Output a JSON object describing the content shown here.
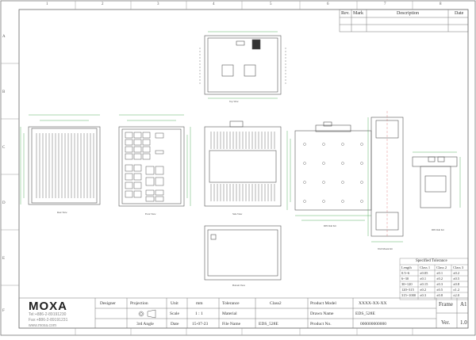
{
  "grid": {
    "columns": [
      "1",
      "2",
      "3",
      "4",
      "5",
      "6",
      "7",
      "8"
    ],
    "rows": [
      "A",
      "B",
      "C",
      "D",
      "E",
      "F"
    ]
  },
  "revision_table": {
    "headers": [
      "Rev.",
      "Mark",
      "Description",
      "Date"
    ]
  },
  "views": {
    "top_view": "Top View",
    "rear_view": "Rear View",
    "front_view": "Front View",
    "side_view": "Side View",
    "din_rail": "DIN Rail Kit",
    "wall_mount": "Wall Mount Kit",
    "bottom_view": "Bottom View"
  },
  "spec_table": {
    "title": "Specified Tolerance",
    "headers": [
      "Length",
      "Class 1",
      "Class 2",
      "Class 3"
    ],
    "rows": [
      [
        "0.5~6",
        "±0.05",
        "±0.1",
        "±0.2"
      ],
      [
        "6~30",
        "±0.1",
        "±0.2",
        "±0.5"
      ],
      [
        "30~120",
        "±0.15",
        "±0.3",
        "±0.8"
      ],
      [
        "120~315",
        "±0.2",
        "±0.5",
        "±1.2"
      ],
      [
        "315~1000",
        "±0.3",
        "±0.8",
        "±2.0"
      ]
    ]
  },
  "title_block": {
    "logo": "MOXA",
    "tel": "Tel:+886-2-89191230",
    "fax": "Fax:+886-2-89191231",
    "web": "www.moxa.com",
    "designer_label": "Designer",
    "projection_label": "Projection",
    "projection_value": "3rd Angle",
    "unit_label": "Unit",
    "unit_value": "mm",
    "scale_label": "Scale",
    "scale_value": "1 : 1",
    "date_label": "Date",
    "date_value": "15-07-23",
    "tolerance_label": "Tolerance",
    "tolerance_value": "Class2",
    "material_label": "Material",
    "filename_label": "File Name",
    "filename_value": "EDS_528E",
    "product_model_label": "Product Model",
    "product_model_value": "XXXX-XX-XX",
    "drawn_name_label": "Drawn Name",
    "drawn_name_value": "EDS_528E",
    "product_no_label": "Product No.",
    "product_no_value": "000000000000",
    "frame_label": "Frame",
    "frame_value": "A1",
    "ver_label": "Ver.",
    "ver_value": "1.0"
  },
  "colors": {
    "line": "#555555",
    "dimension": "#2e9c3c",
    "accent_red": "#d04040"
  }
}
